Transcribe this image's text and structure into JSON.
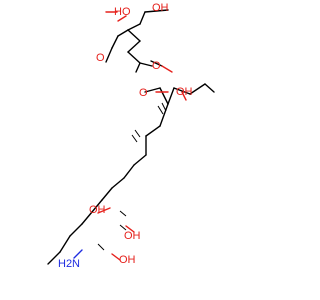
{
  "structure": {
    "atom_labels": {
      "acid_oh_top_right": "OH",
      "acid_ho_left": "HO",
      "acid_o_left": "O",
      "ester_carbonyl_o": "O",
      "ester_o": "O",
      "hydroxyl_upper": "OH",
      "hydroxyl_chain_1": "OH",
      "hydroxyl_chain_2": "OH",
      "hydroxyl_chain_3": "OH",
      "amine": "H2N"
    },
    "colors": {
      "bond": "#000000",
      "oxygen": "#e5211c",
      "nitrogen": "#1f2de0"
    }
  }
}
